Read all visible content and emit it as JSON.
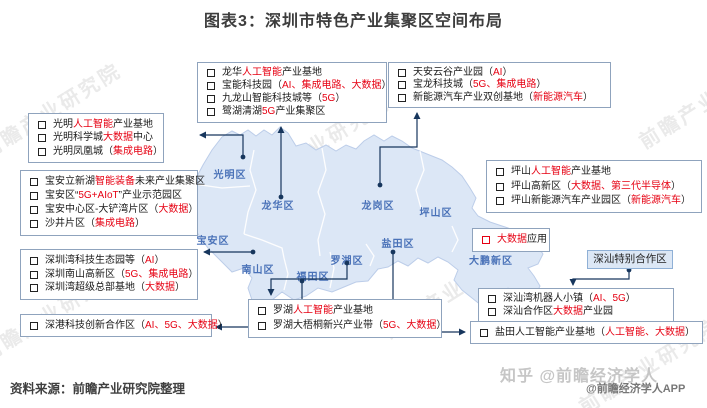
{
  "title": "图表3：深圳市特色产业集聚区空间布局",
  "source": "资料来源：前瞻产业研究院整理",
  "watermarks": {
    "zhihu": "知乎 @前瞻经济学人",
    "app": "@前瞻经济学人APP",
    "stamp": "前瞻产业研究院"
  },
  "colors": {
    "keyword_red": "#e60012",
    "connector_navy": "#17365d",
    "map_fill": "#dce7f6",
    "district_blue": "#4a72b8"
  },
  "map": {
    "districts": [
      "光明区",
      "龙华区",
      "龙岗区",
      "坪山区",
      "宝安区",
      "南山区",
      "福田区",
      "罗湖区",
      "盐田区",
      "大鹏新区"
    ]
  },
  "callouts": {
    "guangming": {
      "items": [
        [
          {
            "t": "光明"
          },
          {
            "t": "人工智能",
            "r": 1
          },
          {
            "t": "产业基地"
          }
        ],
        [
          {
            "t": "光明科学城"
          },
          {
            "t": "大数据",
            "r": 1
          },
          {
            "t": "中心"
          }
        ],
        [
          {
            "t": "光明凤凰城（"
          },
          {
            "t": "集成电路",
            "r": 1
          },
          {
            "t": "）"
          }
        ]
      ]
    },
    "longhua": {
      "items": [
        [
          {
            "t": "龙华"
          },
          {
            "t": "人工智能",
            "r": 1
          },
          {
            "t": "产业基地"
          }
        ],
        [
          {
            "t": "宝能科技园（"
          },
          {
            "t": "AI、集成电路、大数据",
            "r": 1
          },
          {
            "t": "）"
          }
        ],
        [
          {
            "t": "九龙山智能科技城等（"
          },
          {
            "t": "5G",
            "r": 1
          },
          {
            "t": "）"
          }
        ],
        [
          {
            "t": "鹭湖清湖"
          },
          {
            "t": "5G",
            "r": 1
          },
          {
            "t": "产业集聚区"
          }
        ]
      ]
    },
    "tianan": {
      "items": [
        [
          {
            "t": "天安云谷产业园（"
          },
          {
            "t": "AI",
            "r": 1
          },
          {
            "t": "）"
          }
        ],
        [
          {
            "t": "宝龙科技城（"
          },
          {
            "t": "5G、集成电路",
            "r": 1
          },
          {
            "t": "）"
          }
        ],
        [
          {
            "t": "新能源汽车产业双创基地（"
          },
          {
            "t": "新能源汽车",
            "r": 1
          },
          {
            "t": "）"
          }
        ]
      ]
    },
    "pingshan": {
      "items": [
        [
          {
            "t": "坪山"
          },
          {
            "t": "人工智能",
            "r": 1
          },
          {
            "t": "产业基地"
          }
        ],
        [
          {
            "t": "坪山高新区（"
          },
          {
            "t": "大数据、第三代半导体",
            "r": 1
          },
          {
            "t": "）"
          }
        ],
        [
          {
            "t": "坪山新能源汽车产业园区（"
          },
          {
            "t": "新能源汽车",
            "r": 1
          },
          {
            "t": "）"
          }
        ]
      ]
    },
    "baoan": {
      "items": [
        [
          {
            "t": "宝安立新湖"
          },
          {
            "t": "智能装备",
            "r": 1
          },
          {
            "t": "未来产业集聚区"
          }
        ],
        [
          {
            "t": "宝安区“"
          },
          {
            "t": "5G+AIoT",
            "r": 1
          },
          {
            "t": "”产业示范园区"
          }
        ],
        [
          {
            "t": "宝安中心区-大铲湾片区（"
          },
          {
            "t": "大数据",
            "r": 1
          },
          {
            "t": "）"
          }
        ],
        [
          {
            "t": "沙井片区（"
          },
          {
            "t": "集成电路",
            "r": 1
          },
          {
            "t": "）"
          }
        ]
      ]
    },
    "shenzhenwan": {
      "items": [
        [
          {
            "t": "深圳湾科技生态园等（"
          },
          {
            "t": "AI",
            "r": 1
          },
          {
            "t": "）"
          }
        ],
        [
          {
            "t": "深圳南山高新区（"
          },
          {
            "t": "5G、集成电路",
            "r": 1
          },
          {
            "t": "）"
          }
        ],
        [
          {
            "t": "深圳湾超级总部基地（"
          },
          {
            "t": "大数据",
            "r": 1
          },
          {
            "t": "）"
          }
        ]
      ]
    },
    "shengang": {
      "items": [
        [
          {
            "t": "深港科技创新合作区（"
          },
          {
            "t": "AI、5G、大数据",
            "r": 1
          },
          {
            "t": "）"
          }
        ]
      ]
    },
    "luohu": {
      "items": [
        [
          {
            "t": "罗湖"
          },
          {
            "t": "人工智能",
            "r": 1
          },
          {
            "t": "产业基地"
          }
        ],
        [
          {
            "t": "罗湖大梧桐新兴产业带（"
          },
          {
            "t": "5G、大数据",
            "r": 1
          },
          {
            "t": "）"
          }
        ]
      ]
    },
    "bigdata": {
      "items": [
        [
          {
            "t": "大数据",
            "r": 1
          },
          {
            "t": "应用"
          }
        ]
      ]
    },
    "shenshan_label": {
      "items": [
        [
          {
            "t": "深汕特别合作区"
          }
        ]
      ]
    },
    "shenshan": {
      "items": [
        [
          {
            "t": "深汕湾机器人小镇（"
          },
          {
            "t": "AI、5G",
            "r": 1
          },
          {
            "t": "）"
          }
        ],
        [
          {
            "t": "深汕合作区"
          },
          {
            "t": "大数据",
            "r": 1
          },
          {
            "t": "产业园"
          }
        ]
      ]
    },
    "yantian": {
      "items": [
        [
          {
            "t": "盐田人工智能产业基地（"
          },
          {
            "t": "人工智能、大数据",
            "r": 1
          },
          {
            "t": "）"
          }
        ]
      ]
    }
  }
}
